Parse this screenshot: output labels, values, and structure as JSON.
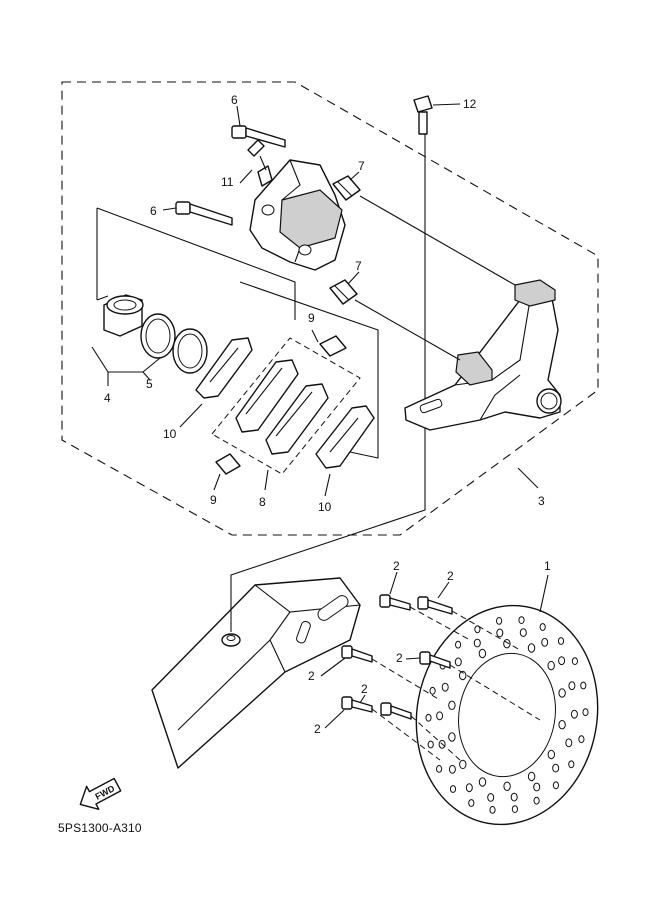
{
  "diagram": {
    "figure_code": "5PS1300-A310",
    "fwd_arrow_text": "FWD",
    "callouts": {
      "c1": "1",
      "c2a": "2",
      "c2b": "2",
      "c2c": "2",
      "c2d": "2",
      "c2e": "2",
      "c2f": "2",
      "c3": "3",
      "c4": "4",
      "c5": "5",
      "c6a": "6",
      "c6b": "6",
      "c7a": "7",
      "c7b": "7",
      "c8": "8",
      "c9a": "9",
      "c9b": "9",
      "c10a": "10",
      "c10b": "10",
      "c11": "11",
      "c12": "12"
    }
  }
}
